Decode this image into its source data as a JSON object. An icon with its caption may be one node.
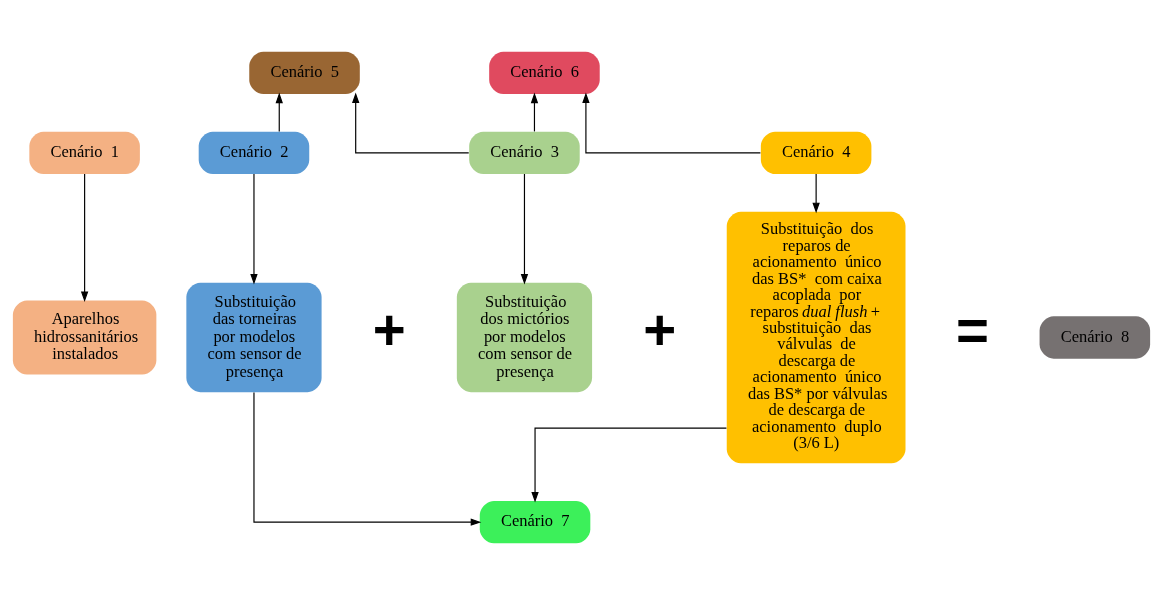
{
  "diagram": {
    "nodes": [
      {
        "text": [
          "Cenário  5"
        ]
      },
      {
        "text": [
          "Cenário  6"
        ]
      },
      {
        "text": [
          "Cenário  1"
        ]
      },
      {
        "text": [
          "Cenário  2"
        ]
      },
      {
        "text": [
          "Cenário  3"
        ]
      },
      {
        "text": [
          "Cenário  4"
        ]
      },
      {
        "text": [
          "Aparelhos hidrossanitários instalados"
        ]
      },
      {
        "text": [
          "Substituição das torneiras por modelos com sensor de presença"
        ]
      },
      {
        "text": [
          "Substituição dos mictórios por modelos com sensor de presença"
        ]
      },
      {
        "text": [
          "Substituição  dos reparos de acionamento  único das BS*  com caixa acoplada  por reparos *dual flush* + substituição  das válvulas  de descarga de acionamento  único das BS* por válvulas de descarga de acionamento  duplo (3/6 L)"
        ]
      },
      {
        "text": [
          "Cenário  8"
        ]
      },
      {
        "text": [
          "Cenário  7"
        ]
      }
    ],
    "edges": [
      {
        "from": 3,
        "to": 0,
        "arrow": "to"
      },
      {
        "from": 4,
        "to": 0,
        "arrow": "to"
      },
      {
        "from": 4,
        "to": 1,
        "arrow": "to"
      },
      {
        "from": 5,
        "to": 1,
        "arrow": "to"
      },
      {
        "from": 2,
        "to": 6,
        "arrow": "to"
      },
      {
        "from": 3,
        "to": 7,
        "arrow": "to"
      },
      {
        "from": 4,
        "to": 8,
        "arrow": "to"
      },
      {
        "from": 5,
        "to": 9,
        "arrow": "to"
      },
      {
        "from": 7,
        "to": 11,
        "arrow": "to"
      },
      {
        "from": 9,
        "to": 11,
        "arrow": "to"
      }
    ],
    "labels": [
      "+",
      "+",
      "="
    ]
  }
}
